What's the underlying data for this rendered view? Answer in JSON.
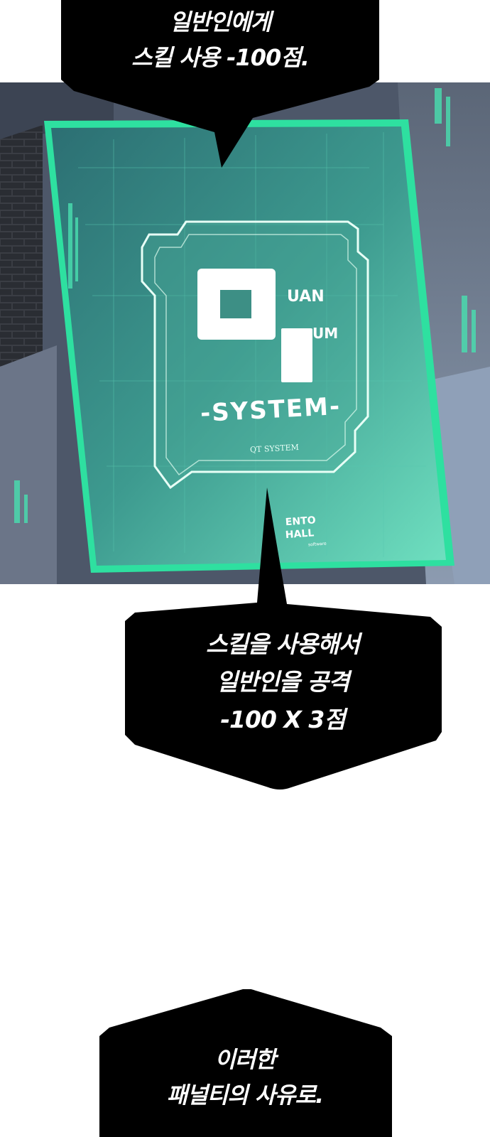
{
  "bubbles": {
    "top": {
      "line1": "일반인에게",
      "line2": "스킬 사용 -100점."
    },
    "middle": {
      "line1": "스킬을 사용해서",
      "line2": "일반인을 공격",
      "line3": "-100 X 3점"
    },
    "bottom": {
      "line1": "이러한",
      "line2": "패널티의 사유로."
    }
  },
  "panel": {
    "logo": {
      "letter_q": "Q",
      "word_uan": "UAN",
      "word_um": "UM",
      "system": "-SYSTEM-",
      "subtitle": "QT SYSTEM"
    },
    "corner_mark": {
      "line1": "ENTO",
      "line2": "HALL",
      "line3": "software"
    },
    "colors": {
      "frame": "#3ef0b0",
      "screen": "#2f8a86",
      "wall": "#4a5566"
    }
  }
}
